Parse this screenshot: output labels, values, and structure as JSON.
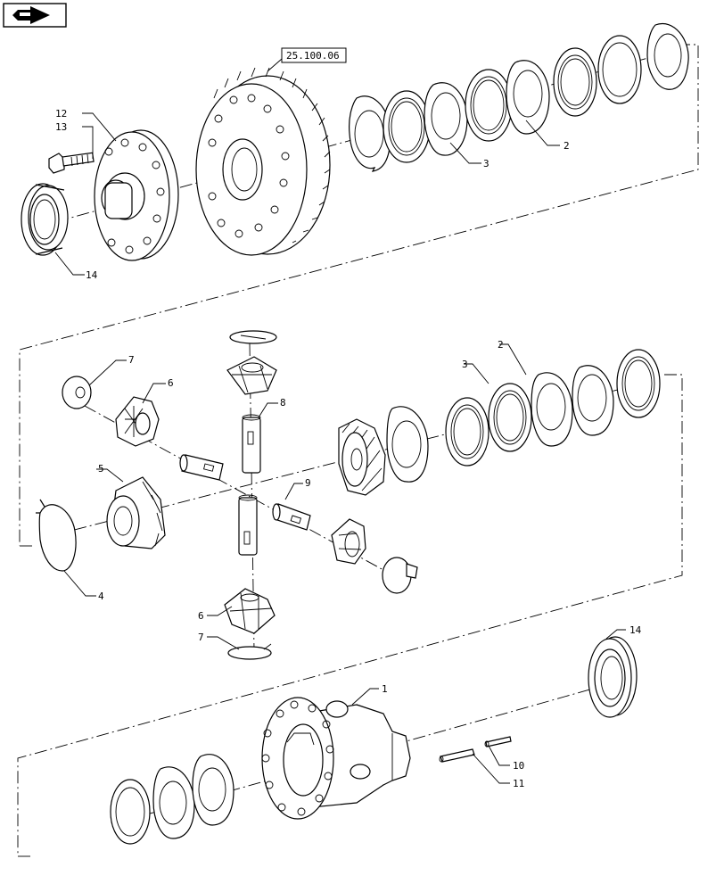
{
  "reference_box": {
    "text": "25.100.06"
  },
  "nav_icon": {
    "icon": "next-page-arrow-icon"
  },
  "labels": {
    "p1": "1",
    "p2_top": "2",
    "p2_mid": "2",
    "p3_top": "3",
    "p3_mid": "3",
    "p4": "4",
    "p5": "5",
    "p6_top": "6",
    "p6_bottom": "6",
    "p7_top": "7",
    "p7_bottom": "7",
    "p8": "8",
    "p9": "9",
    "p10": "10",
    "p11": "11",
    "p12": "12",
    "p13": "13",
    "p14_left": "14",
    "p14_right": "14"
  }
}
